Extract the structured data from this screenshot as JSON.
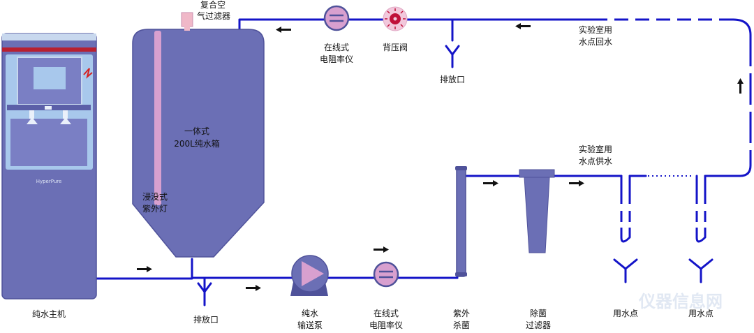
{
  "labels": {
    "main_unit": "纯水主机",
    "main_unit_brand": "HyperPure",
    "air_filter_1": "复合空",
    "air_filter_2": "气过滤器",
    "tank_1": "一体式",
    "tank_2": "200L纯水箱",
    "uv_lamp_1": "浸没式",
    "uv_lamp_2": "紫外灯",
    "drain": "排放口",
    "pump_1": "纯水",
    "pump_2": "输送泵",
    "resistivity_1": "在线式",
    "resistivity_2": "电阻率仪",
    "uv_sterilizer_1": "紫外",
    "uv_sterilizer_2": "杀菌",
    "sterile_filter_1": "除菌",
    "sterile_filter_2": "过滤器",
    "point_of_use": "用水点",
    "supply_1": "实验室用",
    "supply_2": "水点供水",
    "return_1": "实验室用",
    "return_2": "水点回水",
    "back_pressure_valve": "背压阀",
    "watermark": "仪器信息网"
  },
  "colors": {
    "pipe": "#1414c8",
    "equipment": "#6b6fb5",
    "equipment_dark": "#4f529a",
    "accent": "#d8a0cf",
    "valve_red": "#c0103a"
  }
}
